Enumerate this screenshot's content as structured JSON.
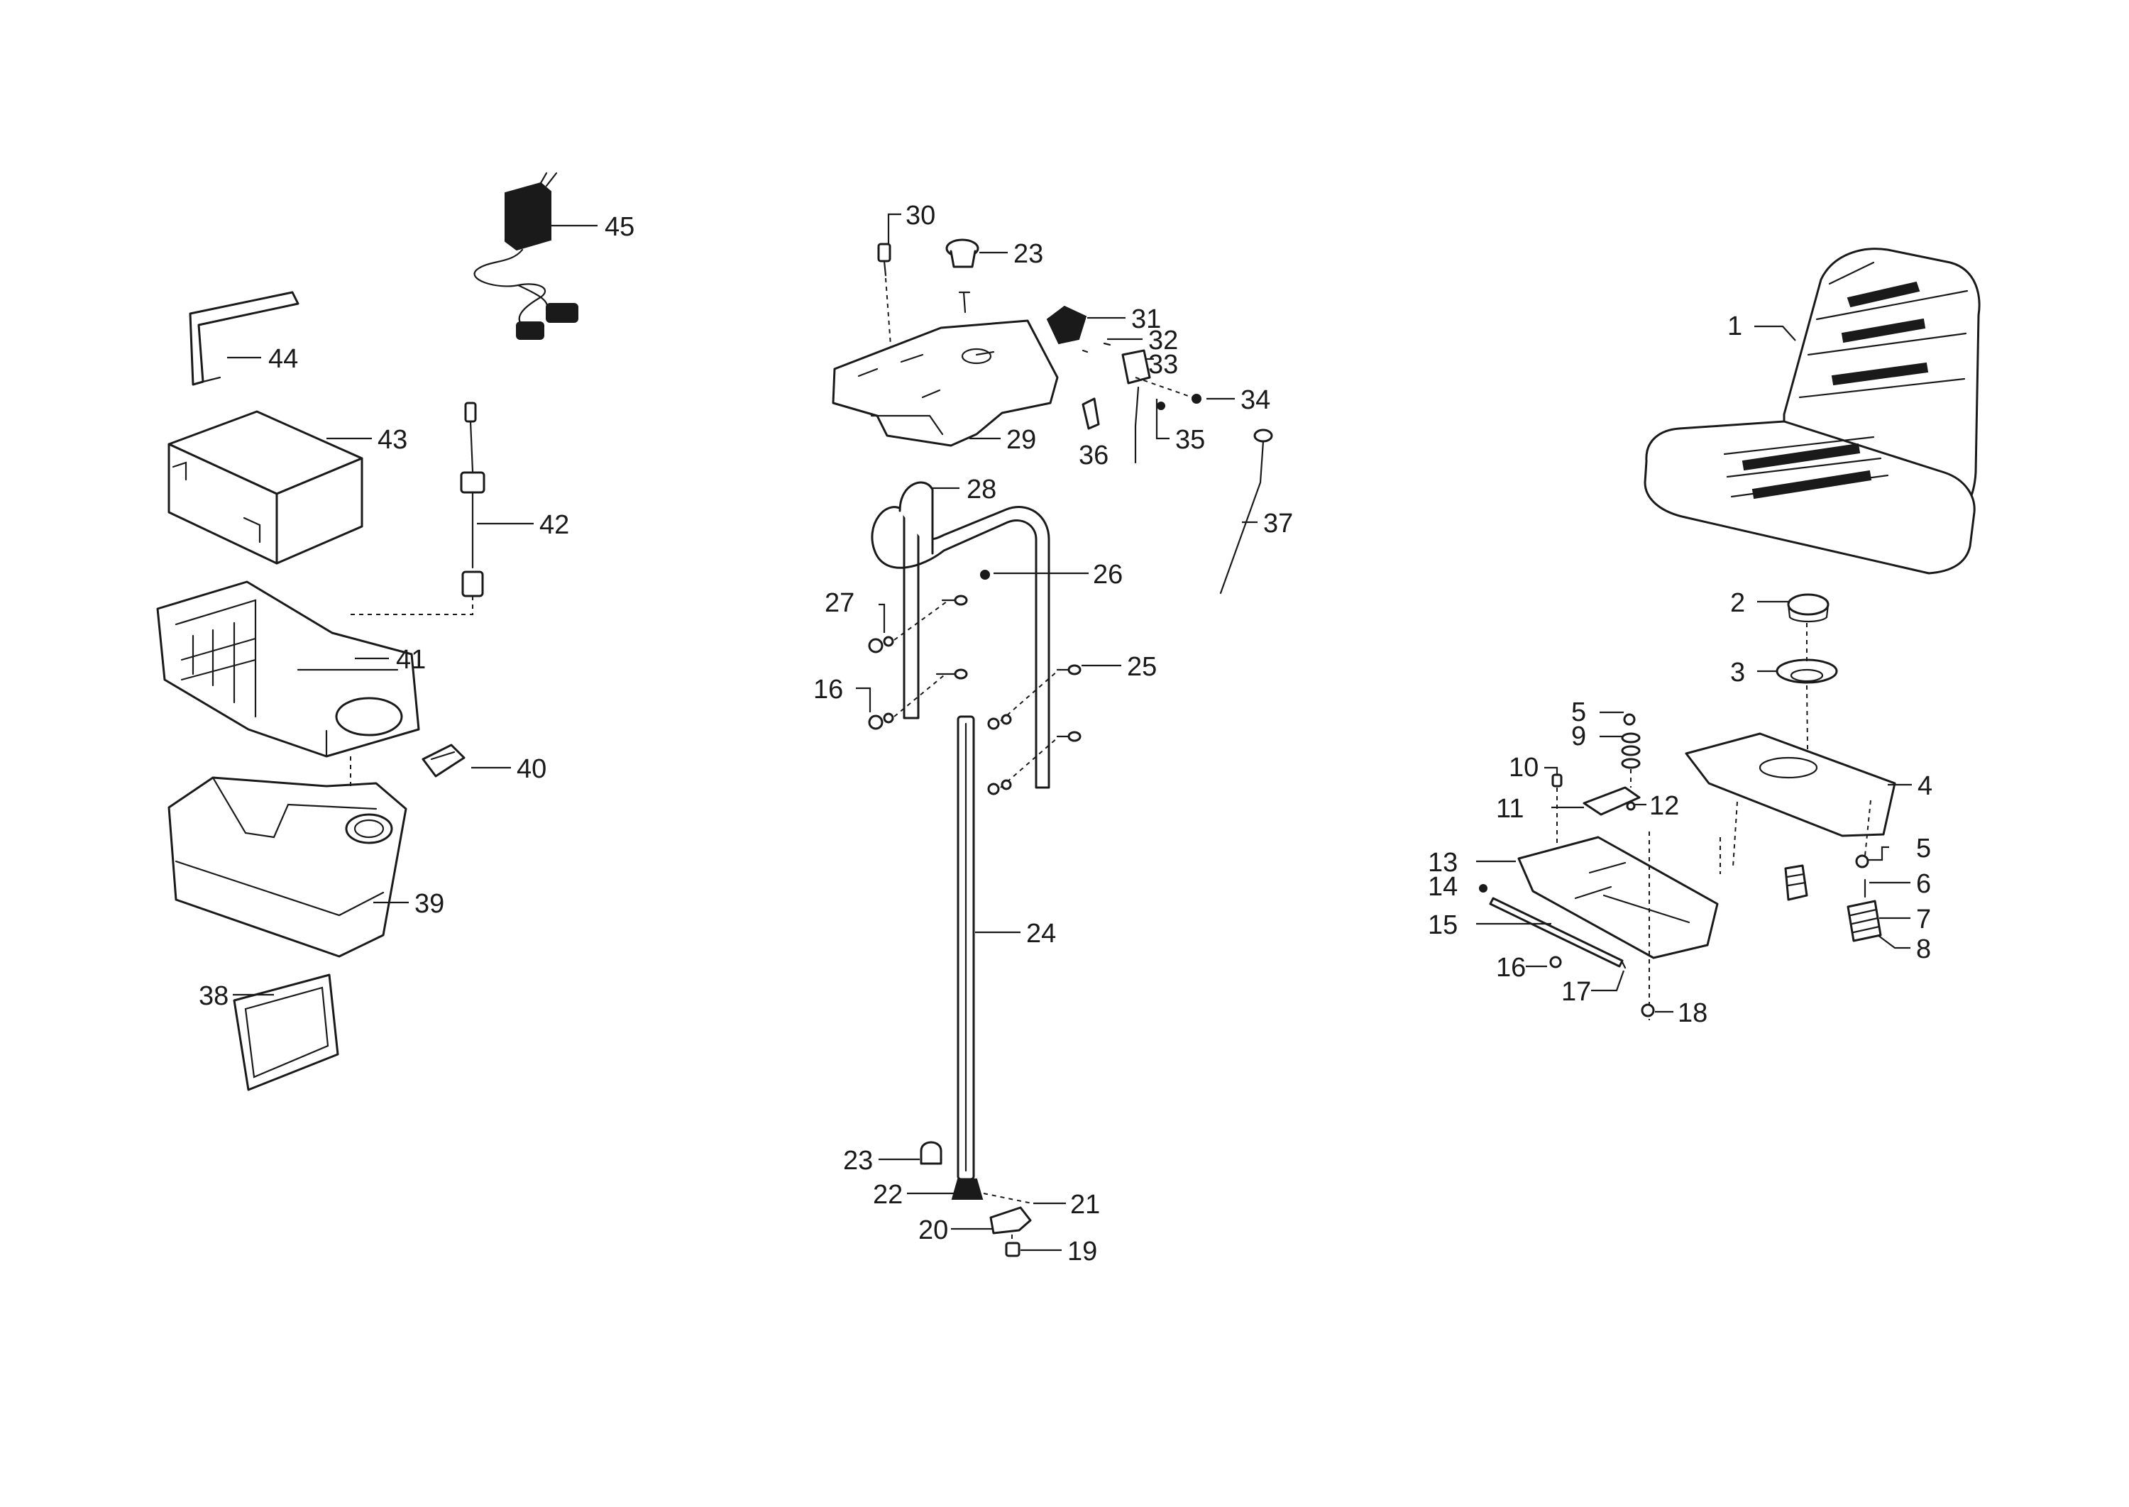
{
  "diagram": {
    "type": "exploded-parts-view",
    "callouts": {
      "c1": "1",
      "c2": "2",
      "c3": "3",
      "c4": "4",
      "c5a": "5",
      "c5b": "5",
      "c6": "6",
      "c7": "7",
      "c8": "8",
      "c9": "9",
      "c10": "10",
      "c11": "11",
      "c12": "12",
      "c13": "13",
      "c14": "14",
      "c15": "15",
      "c16a": "16",
      "c16b": "16",
      "c17": "17",
      "c18": "18",
      "c19": "19",
      "c20": "20",
      "c21": "21",
      "c22": "22",
      "c23a": "23",
      "c23b": "23",
      "c24": "24",
      "c25": "25",
      "c26": "26",
      "c27": "27",
      "c28": "28",
      "c29": "29",
      "c30": "30",
      "c31": "31",
      "c32": "32",
      "c33": "33",
      "c34": "34",
      "c35": "35",
      "c36": "36",
      "c37": "37",
      "c38": "38",
      "c39": "39",
      "c40": "40",
      "c41": "41",
      "c42": "42",
      "c43": "43",
      "c44": "44",
      "c45": "45"
    }
  }
}
